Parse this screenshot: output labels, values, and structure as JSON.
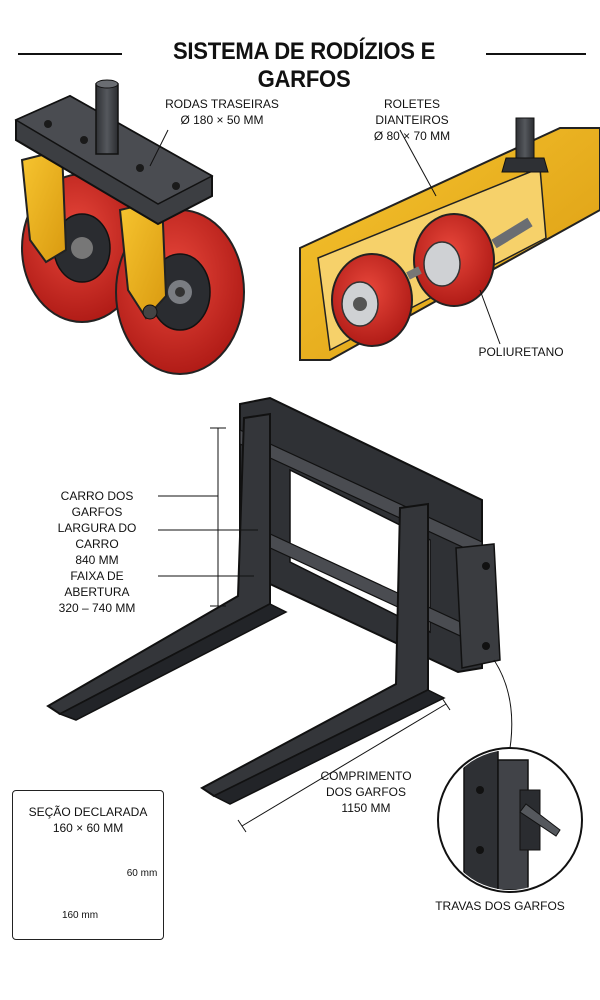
{
  "title": "SISTEMA DE RODÍZIOS E GARFOS",
  "rear_wheels": {
    "label": "RODAS TRASEIRAS",
    "dimension": "Ø 180 × 50 mm"
  },
  "front_rollers": {
    "label": "ROLETES DIANTEIROS",
    "dimension": "Ø 80 × 70 mm"
  },
  "material": {
    "label": "POLIURETANO"
  },
  "carriage": {
    "label": "CARRO DOS GARFOS",
    "width_label": "LARGURA DO CARRO",
    "width_value": "840 mm",
    "range_label": "FAIXA DE ABERTURA",
    "range_value": "320 – 740 mm"
  },
  "forks": {
    "length_label_1": "COMPRIMENTO",
    "length_label_2": "DOS GARFOS",
    "length_value": "1150 mm"
  },
  "section": {
    "label": "SEÇÃO DECLARADA",
    "dimension": "160 × 60 mm",
    "width": "160 mm",
    "height": "60 mm"
  },
  "locks": {
    "label": "TRAVAS DOS GARFOS"
  },
  "colors": {
    "yellow": "#f2b41c",
    "red": "#d42a22",
    "steel": "#3a3c40",
    "dark": "#1d1e21"
  }
}
